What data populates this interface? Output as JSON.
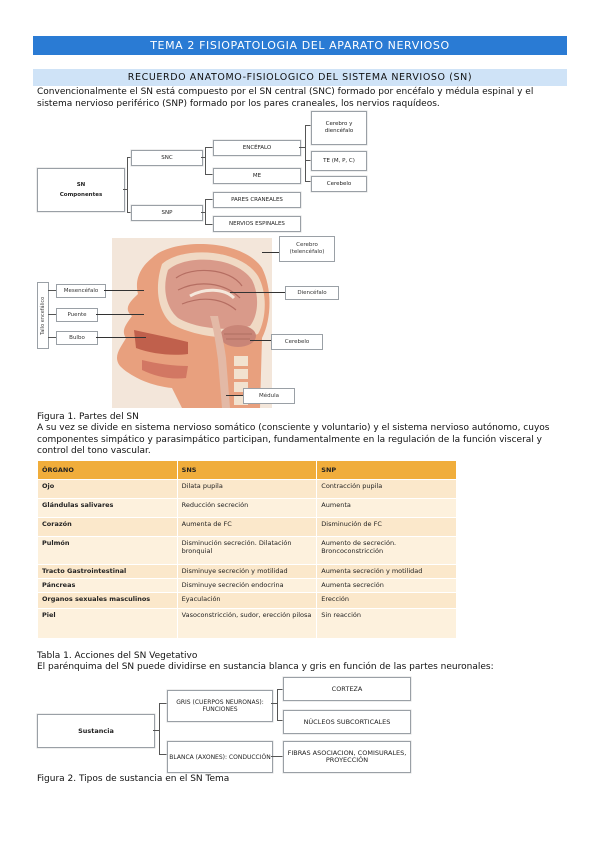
{
  "header": {
    "title": "TEMA 2 FISIOPATOLOGIA DEL APARATO NERVIOSO",
    "section": "RECUERDO ANATOMO-FISIOLOGICO DEL SISTEMA NERVIOSO (SN)"
  },
  "intro_paragraph": "Convencionalmente el SN está compuesto por el SN central (SNC) formado por encéfalo y médula espinal y el sistema nervioso periférico (SNP) formado por los pares craneales, los nervios raquídeos.",
  "diagram1": {
    "root_line1": "SN",
    "root_line2": "Componentes",
    "snc": "SNC",
    "snp": "SNP",
    "encefalo": "ENCÉFALO",
    "me": "ME",
    "cerebro_diencefalo": "Cerebro y diencéfalo",
    "te": "TE (M, P, C)",
    "cerebelo": "Cerebelo",
    "pares_craneales": "PARES CRANEALES",
    "nervios_espinales": "NERVIOS ESPINALES"
  },
  "figure1": {
    "vertical_label": "Tallo encefálico",
    "mesencefalo": "Mesencéfalo",
    "puente": "Puente",
    "bulbo": "Bulbo",
    "cerebro": "Cerebro (telencéfalo)",
    "diencefalo": "Diencéfalo",
    "cerebelo": "Cerebelo",
    "medula": "Médula",
    "caption": "Figura 1. Partes del SN"
  },
  "paragraph2": "A su vez se divide en sistema nervioso somático (consciente y voluntario) y el sistema nervioso autónomo, cuyos componentes simpático y parasimpático participan, fundamentalmente en la regulación de la función visceral y control del tono vascular.",
  "table1": {
    "headers": [
      "ÓRGANO",
      "SNS",
      "SNP"
    ],
    "rows": [
      [
        "Ojo",
        "Dilata pupila",
        "Contracción pupila"
      ],
      [
        "Glándulas salivares",
        "Reducción secreción",
        "Aumenta"
      ],
      [
        "Corazón",
        "Aumenta de FC",
        "Disminución de FC"
      ],
      [
        "Pulmón",
        "Disminución secreción. Dilatación bronquial",
        "Aumento de secreción. Broncoconstricción"
      ],
      [
        "Tracto Gastrointestinal",
        "Disminuye secreción y motilidad",
        "Aumenta secreción y motilidad"
      ],
      [
        "Páncreas",
        "Disminuye secreción endocrina",
        "Aumenta secreción"
      ],
      [
        "Organos sexuales masculinos",
        "Eyaculación",
        "Erección"
      ],
      [
        "Piel",
        "Vasoconstricción, sudor, erección pilosa",
        "Sin reacción"
      ]
    ],
    "caption": "Tabla 1. Acciones del SN Vegetativo"
  },
  "paragraph3": "El parénquima del SN puede dividirse en sustancia blanca y gris en función de las partes neuronales:",
  "diagram2": {
    "root": "Sustancia",
    "gris": "GRIS (CUERPOS NEURONAS): FUNCIONES",
    "blanca": "BLANCA (AXONES): CONDUCCIÓN",
    "corteza": "CORTEZA",
    "nucleos": "NÚCLEOS SUBCORTICALES",
    "fibras": "FIBRAS ASOCIACION, COMISURALES, PROYECCIÓN",
    "caption": "Figura 2. Tipos de sustancia en el SN Tema"
  }
}
